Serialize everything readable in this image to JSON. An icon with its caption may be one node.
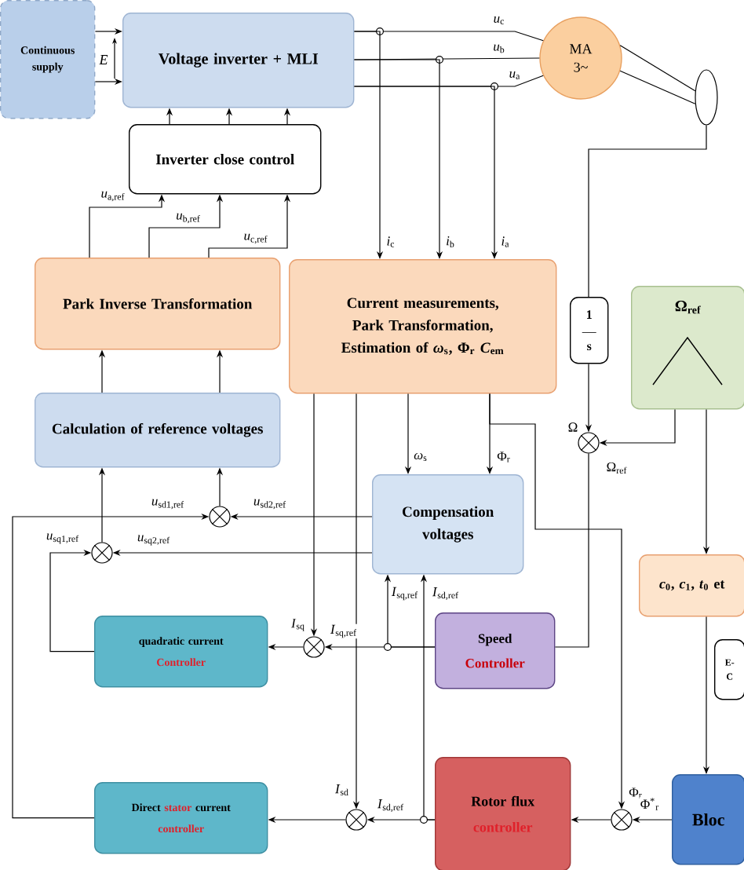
{
  "diagram": {
    "nodes": [
      {
        "text": [
          "Continuous supply"
        ]
      },
      {
        "text": [
          "Voltage inverter + MLI"
        ]
      },
      {
        "text": [
          "Inverter close control"
        ]
      },
      {
        "text": [
          "MA 3~"
        ]
      },
      {
        "text": [],
        "shape": "ellipse"
      },
      {
        "text": [
          "Park Inverse Transformation"
        ]
      },
      {
        "text": [
          "Current measurements, Park Transformation, Estimation of *ω*$_{s}$, Φ$_{r}$ *C*$_{em}$"
        ]
      },
      {
        "text": [
          "1",
          "s"
        ]
      },
      {
        "text": [
          "Ω$_{ref}$"
        ]
      },
      {
        "text": [
          "Calculation of reference voltages"
        ]
      },
      {
        "text": [
          "Compensation voltages"
        ]
      },
      {
        "text": [
          "*c*$_{0}$, *c*$_{1}$, *t*$_{0}$ et"
        ]
      },
      {
        "text": [
          "quadratic current",
          "Controller"
        ]
      },
      {
        "text": [
          "Speed",
          "Controller"
        ]
      },
      {
        "text": [
          "E-",
          "C"
        ]
      },
      {
        "text": [
          "Direct",
          "stator",
          "current",
          "controller"
        ]
      },
      {
        "text": [
          "Rotor flux",
          "controller"
        ]
      },
      {
        "text": [
          "Bloc"
        ]
      },
      {
        "text": [],
        "shape": "circle"
      },
      {
        "text": [],
        "shape": "circle"
      },
      {
        "text": [],
        "shape": "circle"
      },
      {
        "text": [],
        "shape": "circle"
      },
      {
        "text": [],
        "shape": "circle"
      },
      {
        "text": [],
        "shape": "circle"
      }
    ],
    "edges": [
      {
        "from": 0,
        "to": 1,
        "arrow": "to"
      },
      {
        "from": 0,
        "to": 1,
        "arrow": "to"
      },
      {
        "from": 2,
        "to": 1,
        "arrow": "to"
      },
      {
        "from": 2,
        "to": 1,
        "arrow": "to"
      },
      {
        "from": 2,
        "to": 1,
        "arrow": "to"
      },
      {
        "from": 1,
        "to": 3,
        "arrow": "none",
        "label": "*u*$_{c}$"
      },
      {
        "from": 1,
        "to": 3,
        "arrow": "none",
        "label": "*u*$_{b}$"
      },
      {
        "from": 1,
        "to": 3,
        "arrow": "none",
        "label": "*u*$_{a}$"
      },
      {
        "from": 3,
        "to": 4,
        "arrow": "none"
      },
      {
        "from": 3,
        "to": 4,
        "arrow": "none"
      },
      {
        "from": 1,
        "to": 6,
        "arrow": "to",
        "label": "*i*$_{c}$"
      },
      {
        "from": 1,
        "to": 6,
        "arrow": "to",
        "label": "*i*$_{b}$"
      },
      {
        "from": 1,
        "to": 6,
        "arrow": "to",
        "label": "*i*$_{a}$"
      },
      {
        "from": 5,
        "to": 2,
        "arrow": "to",
        "label": "*u*$_{a,ref}$"
      },
      {
        "from": 5,
        "to": 2,
        "arrow": "to",
        "label": "*u*$_{b,ref}$"
      },
      {
        "from": 5,
        "to": 2,
        "arrow": "to",
        "label": "*u*$_{c,ref}$"
      },
      {
        "from": 9,
        "to": 5,
        "arrow": "to"
      },
      {
        "from": 9,
        "to": 5,
        "arrow": "to"
      },
      {
        "from": 19,
        "to": 9,
        "arrow": "to"
      },
      {
        "from": 20,
        "to": 9,
        "arrow": "to"
      },
      {
        "from": 10,
        "to": 19,
        "arrow": "to",
        "label": "*u*$_{sd2,ref}$"
      },
      {
        "from": 10,
        "to": 20,
        "arrow": "to",
        "label": "*u*$_{sq2,ref}$"
      },
      {
        "from": 15,
        "to": 19,
        "arrow": "to",
        "label": "*u*$_{sd1,ref}$"
      },
      {
        "from": 12,
        "to": 20,
        "arrow": "to",
        "label": "*u*$_{sq1,ref}$"
      },
      {
        "from": 6,
        "to": 10,
        "arrow": "to",
        "label": "*ω*$_{s}$"
      },
      {
        "from": 6,
        "to": 10,
        "arrow": "to",
        "label": "Φ$_{r}$"
      },
      {
        "from": 6,
        "to": 21,
        "arrow": "to",
        "label": "*I*$_{sq}$"
      },
      {
        "from": 6,
        "to": 22,
        "arrow": "to",
        "label": "*I*$_{sd}$"
      },
      {
        "from": 6,
        "to": 23,
        "arrow": "to",
        "label": "Φ$_{r}$"
      },
      {
        "from": 21,
        "to": 12,
        "arrow": "to"
      },
      {
        "from": 22,
        "to": 15,
        "arrow": "to"
      },
      {
        "from": 13,
        "to": 21,
        "arrow": "to",
        "label": "*I*$_{sq,ref}$"
      },
      {
        "from": 13,
        "to": 10,
        "arrow": "to",
        "label": "*I*$_{sq,ref}$"
      },
      {
        "from": 16,
        "to": 22,
        "arrow": "to",
        "label": "*I*$_{sd,ref}$"
      },
      {
        "from": 16,
        "to": 10,
        "arrow": "to",
        "label": "*I*$_{sd,ref}$"
      },
      {
        "from": 23,
        "to": 16,
        "arrow": "to"
      },
      {
        "from": 17,
        "to": 23,
        "arrow": "to",
        "label": "Φ$^{*}$$_{r}$"
      },
      {
        "from": 4,
        "to": 7,
        "arrow": "none"
      },
      {
        "from": 7,
        "to": 18,
        "arrow": "to",
        "label": "Ω"
      },
      {
        "from": 8,
        "to": 18,
        "arrow": "to",
        "label": "Ω$_{ref}$"
      },
      {
        "from": 18,
        "to": 13,
        "arrow": "none"
      },
      {
        "from": 8,
        "to": 11,
        "arrow": "to"
      },
      {
        "from": 11,
        "to": 17,
        "arrow": "to"
      }
    ],
    "labels": [
      "*E*"
    ]
  }
}
